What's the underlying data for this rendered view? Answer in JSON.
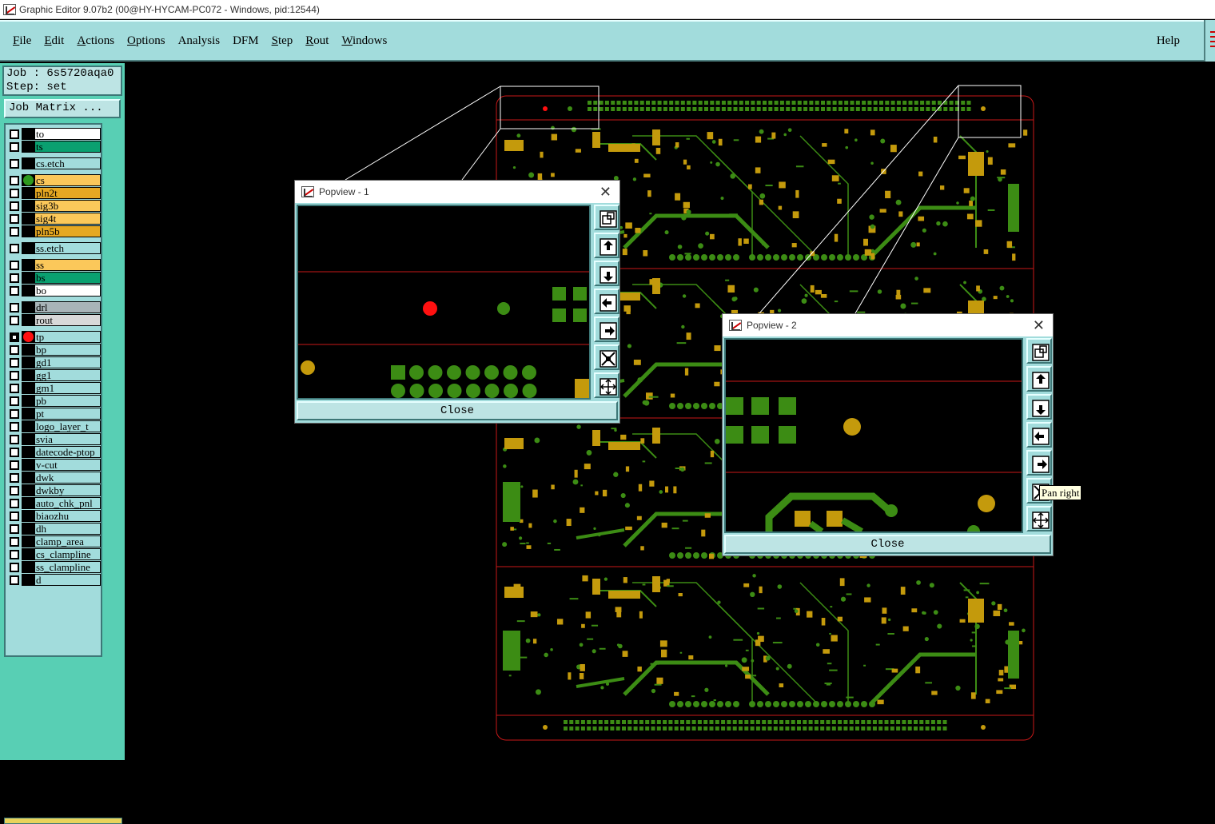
{
  "window": {
    "title": "Graphic Editor 9.07b2 (00@HY-HYCAM-PC072 - Windows, pid:12544)"
  },
  "menu": {
    "items": [
      {
        "label": "File",
        "key": "F",
        "rest": "ile"
      },
      {
        "label": "Edit",
        "key": "E",
        "rest": "dit"
      },
      {
        "label": "Actions",
        "key": "A",
        "rest": "ctions"
      },
      {
        "label": "Options",
        "key": "O",
        "rest": "ptions"
      },
      {
        "label": "Analysis",
        "key": "",
        "rest": "Analysis"
      },
      {
        "label": "DFM",
        "key": "",
        "rest": "DFM"
      },
      {
        "label": "Step",
        "key": "S",
        "rest": "tep"
      },
      {
        "label": "Rout",
        "key": "R",
        "rest": "out"
      },
      {
        "label": "Windows",
        "key": "W",
        "rest": "indows"
      }
    ],
    "help": "Help"
  },
  "job": {
    "job_line": "Job : 6s5720aqa0",
    "step_line": "Step: set",
    "matrix_button": "Job Matrix ..."
  },
  "layers": [
    {
      "name": "to",
      "color": "#ffffff"
    },
    {
      "name": "ts",
      "color": "#0aa070"
    },
    {
      "name": "cs.etch",
      "color": "#a2dcdc",
      "gap": true
    },
    {
      "name": "cs",
      "color": "#fbc85a",
      "gap": true,
      "dot": "#2e9a1e"
    },
    {
      "name": "pln2t",
      "color": "#e6a822"
    },
    {
      "name": "sig3b",
      "color": "#fbc85a"
    },
    {
      "name": "sig4t",
      "color": "#fbc85a"
    },
    {
      "name": "pln5b",
      "color": "#e6a822"
    },
    {
      "name": "ss.etch",
      "color": "#a2dcdc",
      "gap": true
    },
    {
      "name": "ss",
      "color": "#fbc85a",
      "gap": true
    },
    {
      "name": "bs",
      "color": "#0aa070"
    },
    {
      "name": "bo",
      "color": "#ffffff"
    },
    {
      "name": "drl",
      "color": "#a8b4b8",
      "gap": true
    },
    {
      "name": "rout",
      "color": "#d8d8d8"
    },
    {
      "name": "tp",
      "color": "#a2dcdc",
      "gap": true,
      "dot": "#ff1010",
      "selected": true
    },
    {
      "name": "bp",
      "color": "#a2dcdc"
    },
    {
      "name": "gd1",
      "color": "#a2dcdc"
    },
    {
      "name": "gg1",
      "color": "#a2dcdc"
    },
    {
      "name": "gm1",
      "color": "#a2dcdc"
    },
    {
      "name": "pb",
      "color": "#a2dcdc"
    },
    {
      "name": "pt",
      "color": "#a2dcdc"
    },
    {
      "name": "logo_layer_t",
      "color": "#a2dcdc"
    },
    {
      "name": "svia",
      "color": "#a2dcdc"
    },
    {
      "name": "datecode-ptop",
      "color": "#a2dcdc"
    },
    {
      "name": "v-cut",
      "color": "#a2dcdc"
    },
    {
      "name": "dwk",
      "color": "#a2dcdc"
    },
    {
      "name": "dwkby",
      "color": "#a2dcdc"
    },
    {
      "name": "auto_chk_pnl",
      "color": "#a2dcdc"
    },
    {
      "name": "biaozhu",
      "color": "#a2dcdc"
    },
    {
      "name": "dh",
      "color": "#a2dcdc"
    },
    {
      "name": "clamp_area",
      "color": "#a2dcdc"
    },
    {
      "name": "cs_clampline",
      "color": "#a2dcdc"
    },
    {
      "name": "ss_clampline",
      "color": "#a2dcdc"
    },
    {
      "name": "d",
      "color": "#a2dcdc"
    }
  ],
  "popview1": {
    "title": "Popview - 1",
    "close_label": "Close"
  },
  "popview2": {
    "title": "Popview - 2",
    "close_label": "Close"
  },
  "tooltip": "Pan right",
  "colors": {
    "panel": "#a2dcdc",
    "left_bg": "#58cfb4",
    "trace": "#3c8c14",
    "pad": "#c49a0c",
    "outline": "#c81818"
  }
}
